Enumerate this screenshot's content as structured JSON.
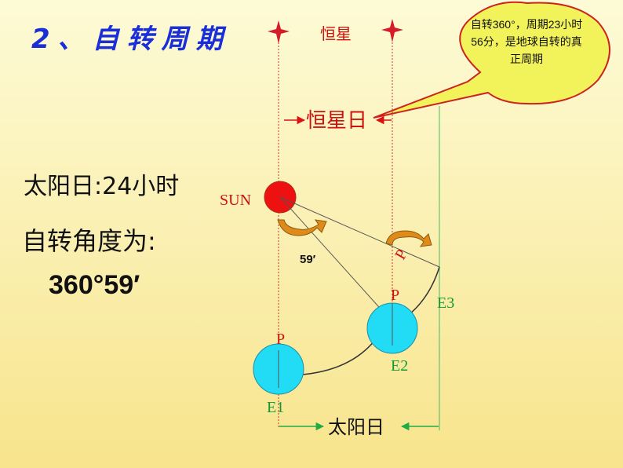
{
  "title": "2、自转周期",
  "callout": "自转360°，周期23小时56分，是地球自转的真正周期",
  "labels": {
    "star": "恒星",
    "sidereal_day": "恒星日",
    "solar_day_text": "太阳日:24小时",
    "rotation_angle_label": "自转角度为:",
    "rotation_angle_value": "360°59′",
    "sun": "SUN",
    "small_angle": "59′",
    "pole_e1": "P",
    "pole_e2": "P",
    "pole_e3": "P",
    "e1": "E1",
    "e2": "E2",
    "e3": "E3",
    "solar_day_bottom": "太阳日"
  },
  "colors": {
    "title": "#1b2fd8",
    "sun": "#ee1111",
    "earth": "#22dcf5",
    "earth_label": "#119933",
    "red_text": "#cc1111",
    "callout_fill": "#f2f25a",
    "guide_line": "#44bb66"
  }
}
